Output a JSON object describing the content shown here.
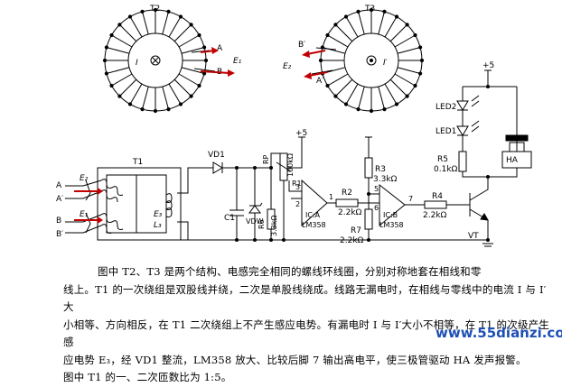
{
  "transformers": {
    "t2": {
      "label": "T2",
      "core_label": "I",
      "out_a": "A",
      "out_b": "B",
      "emf": "E₁"
    },
    "t3": {
      "label": "T3",
      "core_label": "I′",
      "out_a": "A′",
      "out_b": "B′",
      "emf": "E₂"
    }
  },
  "circuit": {
    "t1": "T1",
    "inputs": {
      "a_top": "A",
      "a_bot": "A′",
      "b_top": "B",
      "b_bot": "B′"
    },
    "emf_labels": {
      "e2": "E₂",
      "e1": "E₁",
      "e3": "E₃"
    },
    "winding_labels": {
      "l3": "L₃"
    },
    "vd1": "VD1",
    "c1": "C1",
    "vdw": "VDW",
    "r6": {
      "name": "R6",
      "value": "3.3kΩ"
    },
    "rp": {
      "name": "RP",
      "value": "100kΩ"
    },
    "r1": {
      "name": "R1"
    },
    "supply": "+5",
    "supply2": "+5",
    "r2": {
      "name": "R2",
      "value": "2.2kΩ"
    },
    "r3": {
      "name": "R3",
      "value": "3.3kΩ"
    },
    "r4": {
      "name": "R4",
      "value": "2.2kΩ"
    },
    "r5": {
      "name": "R5",
      "value": "0.1kΩ"
    },
    "r7": {
      "name": "R7",
      "value": "2.2kΩ"
    },
    "ic_a": {
      "name": "IC:A",
      "part": "LM358",
      "pins": {
        "p3": "3",
        "p2": "2",
        "p1": "1"
      }
    },
    "ic_b": {
      "name": "IC:B",
      "part": "LM358",
      "pins": {
        "p5": "5",
        "p6": "6",
        "p7": "7"
      }
    },
    "led1": "LED1",
    "led2": "LED2",
    "ha": "HA",
    "vt": "VT"
  },
  "caption": {
    "line1": "图中 T2、T3 是两个结构、电感完全相同的螺线环线圈，分别对称地套在相线和零",
    "line2": "线上。T1 的一次绕组是双股线并绕，二次是单股线绕成。线路无漏电时，在相线与零线中的电流 I 与 I′大",
    "line3": "小相等、方向相反，在 T1 二次绕组上不产生感应电势。有漏电时 I 与 I′大小不相等，在 T1 的次级产生感",
    "line4": "应电势 E₃，经 VD1 整流，LM358 放大、比较后脚 7 输出高电平，使三极管驱动 HA 发声报警。",
    "line5": "图中 T1 的一、二次匝数比为 1:5。"
  },
  "watermark": "www.55dianzi.com"
}
